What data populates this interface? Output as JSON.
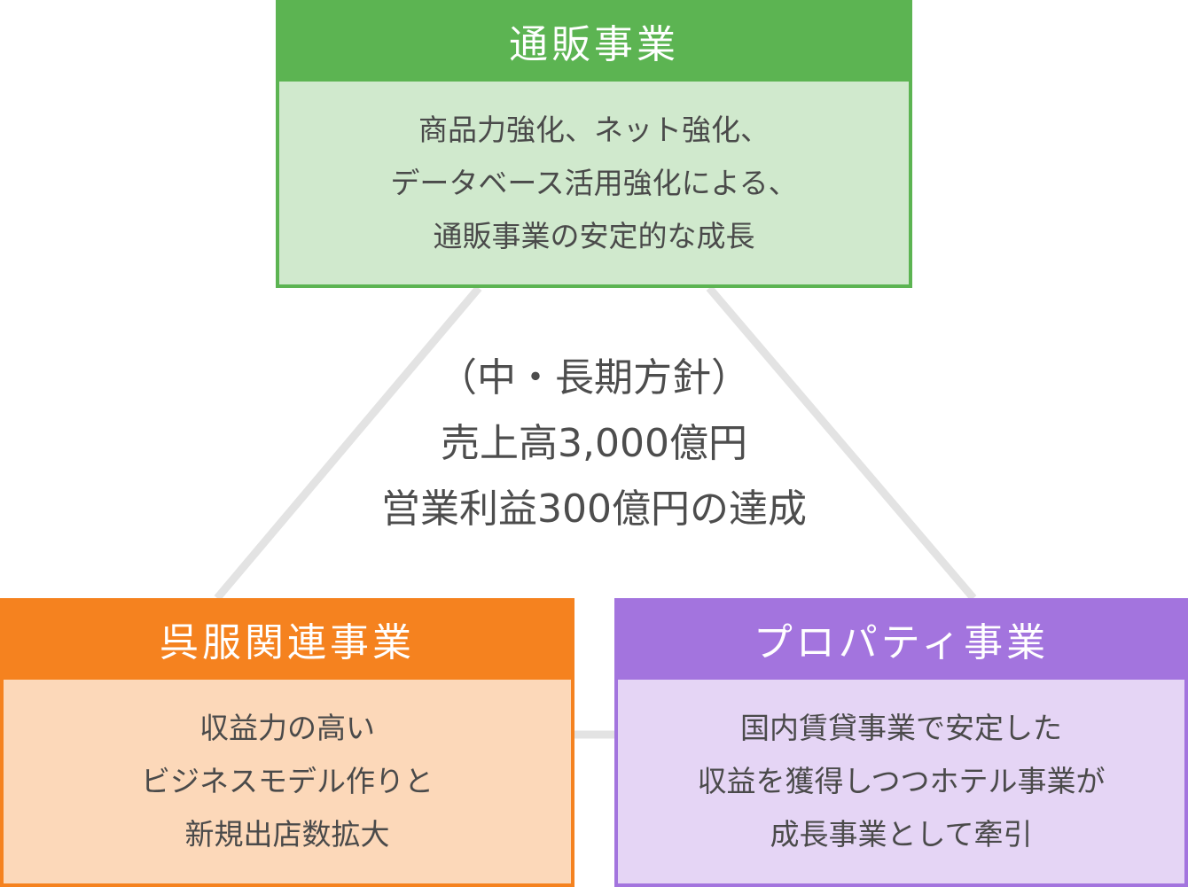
{
  "top_box": {
    "title": "通販事業",
    "lines": [
      "商品力強化、ネット強化、",
      "データベース活用強化による、",
      "通販事業の安定的な成長"
    ]
  },
  "center": {
    "lines": [
      "（中・長期方針）",
      "売上高3,000億円",
      "営業利益300億円の達成"
    ]
  },
  "left_box": {
    "title": "呉服関連事業",
    "lines": [
      "収益力の高い",
      "ビジネスモデル作りと",
      "新規出店数拡大"
    ]
  },
  "right_box": {
    "title": "プロパティ事業",
    "lines": [
      "国内賃貸事業で安定した",
      "収益を獲得しつつホテル事業が",
      "成長事業として牽引"
    ]
  },
  "colors": {
    "green_header": "#5cb452",
    "green_body": "#d0e9cd",
    "orange_header": "#f5821f",
    "orange_body": "#fcd8b9",
    "purple_header": "#a374de",
    "purple_body": "#e5d5f5",
    "connector": "#e3e3e3"
  }
}
